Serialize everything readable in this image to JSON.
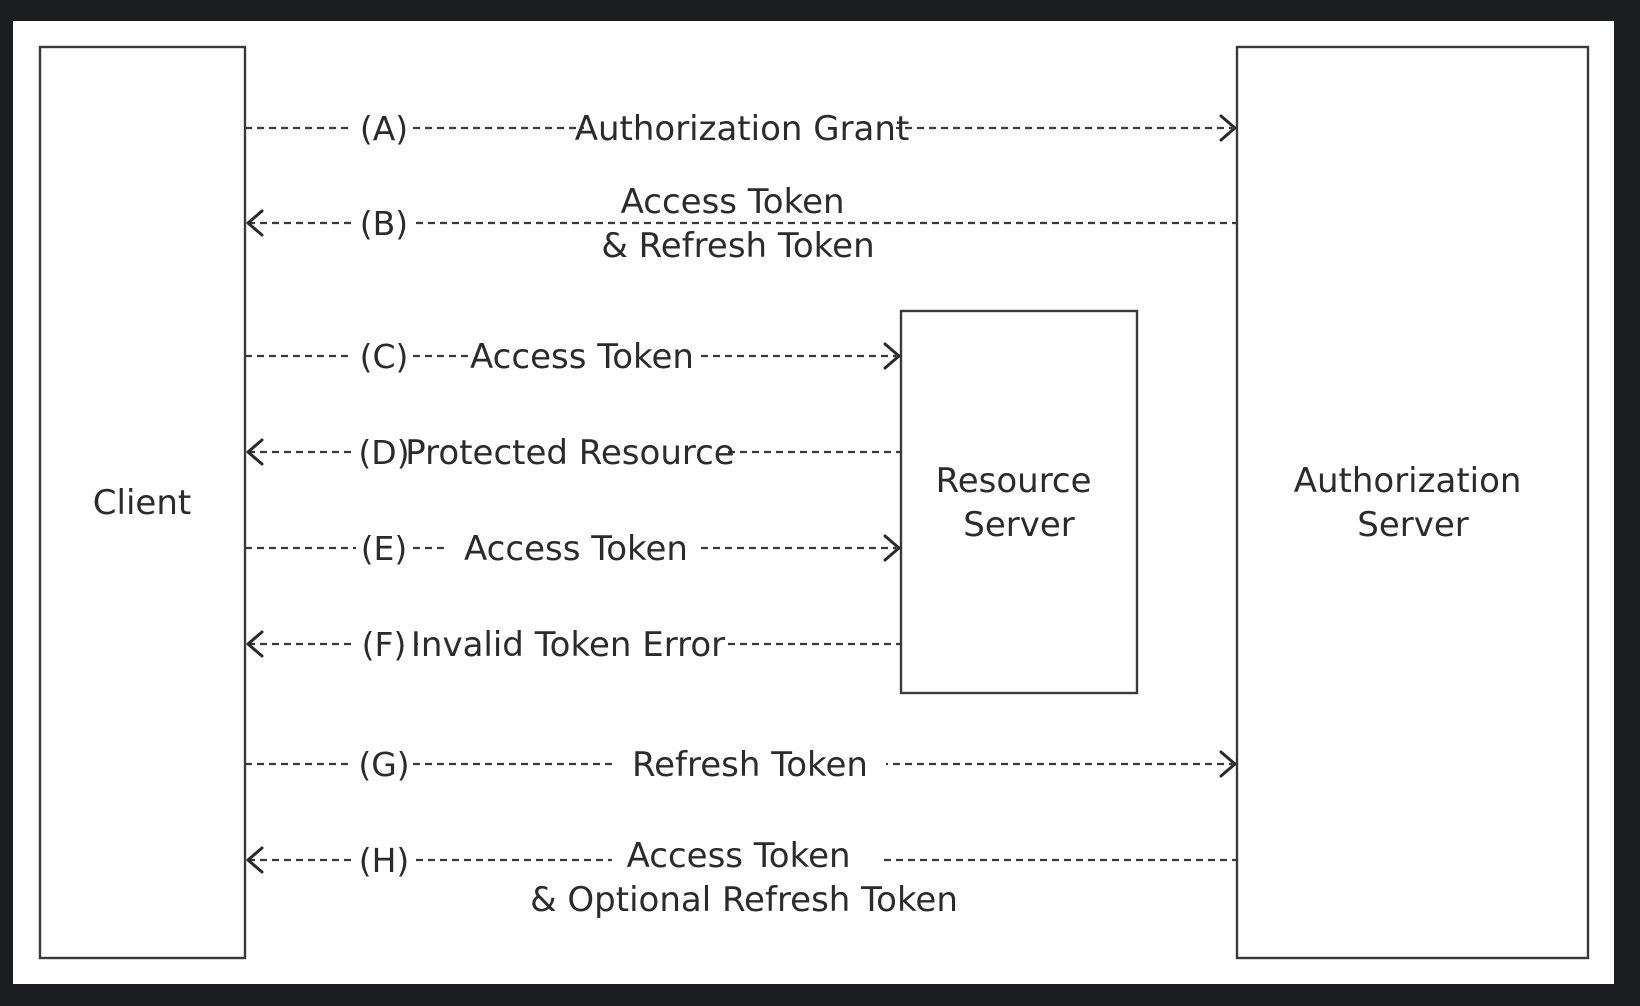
{
  "colors": {
    "frame": "#1b1d20",
    "canvas": "#ffffff",
    "ink": "#2b2b2b"
  },
  "nodes": {
    "client": [
      "Client"
    ],
    "resource_server": [
      "Resource",
      "Server"
    ],
    "authorization_server": [
      "Authorization",
      "Server"
    ]
  },
  "flows": [
    {
      "id": "A",
      "tag": "(A)",
      "label": [
        "Authorization Grant"
      ],
      "from": "client",
      "to": "authorization_server",
      "arrowhead": "right"
    },
    {
      "id": "B",
      "tag": "(B)",
      "label": [
        "Access Token",
        "& Refresh Token"
      ],
      "from": "authorization_server",
      "to": "client",
      "arrowhead": "left"
    },
    {
      "id": "C",
      "tag": "(C)",
      "label": [
        "Access Token"
      ],
      "from": "client",
      "to": "resource_server",
      "arrowhead": "right"
    },
    {
      "id": "D",
      "tag": "(D)",
      "label": [
        "Protected Resource"
      ],
      "from": "resource_server",
      "to": "client",
      "arrowhead": "left"
    },
    {
      "id": "E",
      "tag": "(E)",
      "label": [
        "Access Token"
      ],
      "from": "client",
      "to": "resource_server",
      "arrowhead": "right"
    },
    {
      "id": "F",
      "tag": "(F)",
      "label": [
        "Invalid Token Error"
      ],
      "from": "resource_server",
      "to": "client",
      "arrowhead": "left"
    },
    {
      "id": "G",
      "tag": "(G)",
      "label": [
        "Refresh Token"
      ],
      "from": "client",
      "to": "authorization_server",
      "arrowhead": "right"
    },
    {
      "id": "H",
      "tag": "(H)",
      "label": [
        "Access Token",
        "& Optional Refresh Token"
      ],
      "from": "authorization_server",
      "to": "client",
      "arrowhead": "left"
    }
  ]
}
